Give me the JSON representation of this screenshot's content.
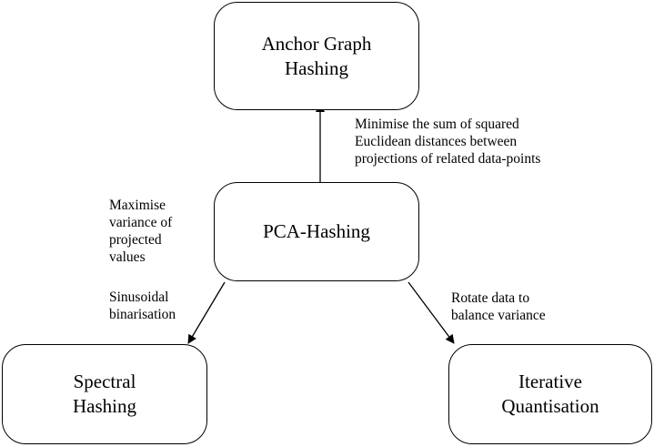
{
  "nodes": {
    "top": "Anchor Graph\nHashing",
    "center": "PCA-Hashing",
    "left": "Spectral\nHashing",
    "right": "Iterative\nQuantisation"
  },
  "edge_labels": {
    "to_top": "Minimise the sum of squared\nEuclidean distances between\nprojections of related data-points",
    "maximise": "Maximise\nvariance of\nprojected\nvalues",
    "to_left": "Sinusoidal\nbinarisation",
    "to_right": "Rotate data to\nbalance variance"
  }
}
